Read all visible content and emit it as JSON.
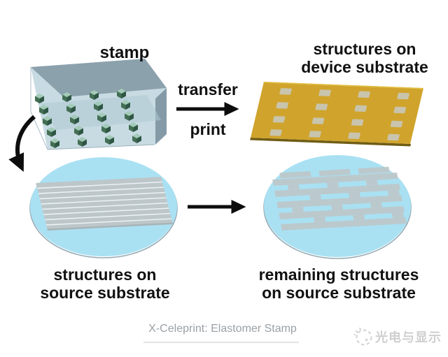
{
  "diagram": {
    "stamp": {
      "label": "stamp",
      "description": "transparent elastomer stamp block with picked-up micro-structures",
      "cube_grid": {
        "cols": 4,
        "rows": 5
      }
    },
    "process": {
      "top_label": "transfer",
      "bottom_label": "print"
    },
    "device_substrate": {
      "label_line1": "structures on",
      "label_line2": "device substrate",
      "pad_grid": {
        "cols": 4,
        "rows": 4
      }
    },
    "source_wafer": {
      "label_line1": "structures on",
      "label_line2": "source substrate"
    },
    "remaining_wafer": {
      "label_line1": "remaining structures",
      "label_line2": "on source substrate"
    }
  },
  "caption": "X-Celeprint: Elastomer Stamp",
  "watermark": {
    "icon": "snowflake-logo-icon",
    "text": "光电与显示"
  },
  "colors": {
    "background": "#ffffff",
    "stamp_body": "#c6dae2",
    "stamp_top": "#8ba1ac",
    "stamp_side": "#7e95a2",
    "cube_green_top": "#a3cbb8",
    "cube_green_front": "#446f54",
    "cube_green_side": "#2f5644",
    "device_substrate_gold": "#d0a42c",
    "substrate_edge_dark": "#705d15",
    "pad_gray": "#c8c8bc",
    "wafer_blue": "#a9e1f3",
    "structure_gray": "#bdc7ca",
    "arrow_black": "#0d0d0d",
    "caption_gray": "#9aa0a6",
    "watermark_gray": "#cfcfcf"
  }
}
